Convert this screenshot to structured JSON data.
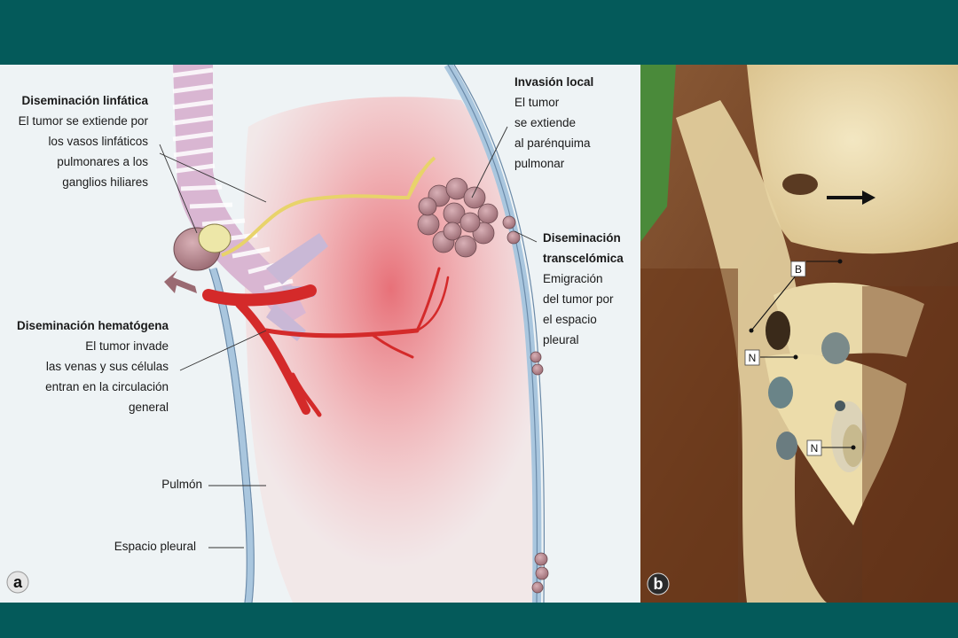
{
  "panel_a": {
    "letter": "a",
    "lymphatic": {
      "title": "Diseminación linfática",
      "lines": [
        "El tumor se extiende por",
        "los vasos linfáticos",
        "pulmonares a los",
        "ganglios hiliares"
      ]
    },
    "local": {
      "title": "Invasión local",
      "lines": [
        "El tumor",
        "se extiende",
        "al parénquima",
        "pulmonar"
      ]
    },
    "transcoelomic": {
      "title_lines": [
        "Diseminación",
        "transcelómica"
      ],
      "lines": [
        "Emigración",
        "del tumor por",
        "el espacio",
        "pleural"
      ]
    },
    "hematogenous": {
      "title": "Diseminación hematógena",
      "lines": [
        "El tumor invade",
        "las venas y sus células",
        "entran en la circulación",
        "general"
      ]
    },
    "lung_label": "Pulmón",
    "pleural_label": "Espacio pleural"
  },
  "panel_b": {
    "letter": "b",
    "tags": [
      "B",
      "N",
      "N"
    ]
  },
  "colors": {
    "background": "#045a5a",
    "vessel_red": "#d42a2a",
    "lymph_yellow": "#e8d36a",
    "pleura_blue": "#a9c6de"
  }
}
